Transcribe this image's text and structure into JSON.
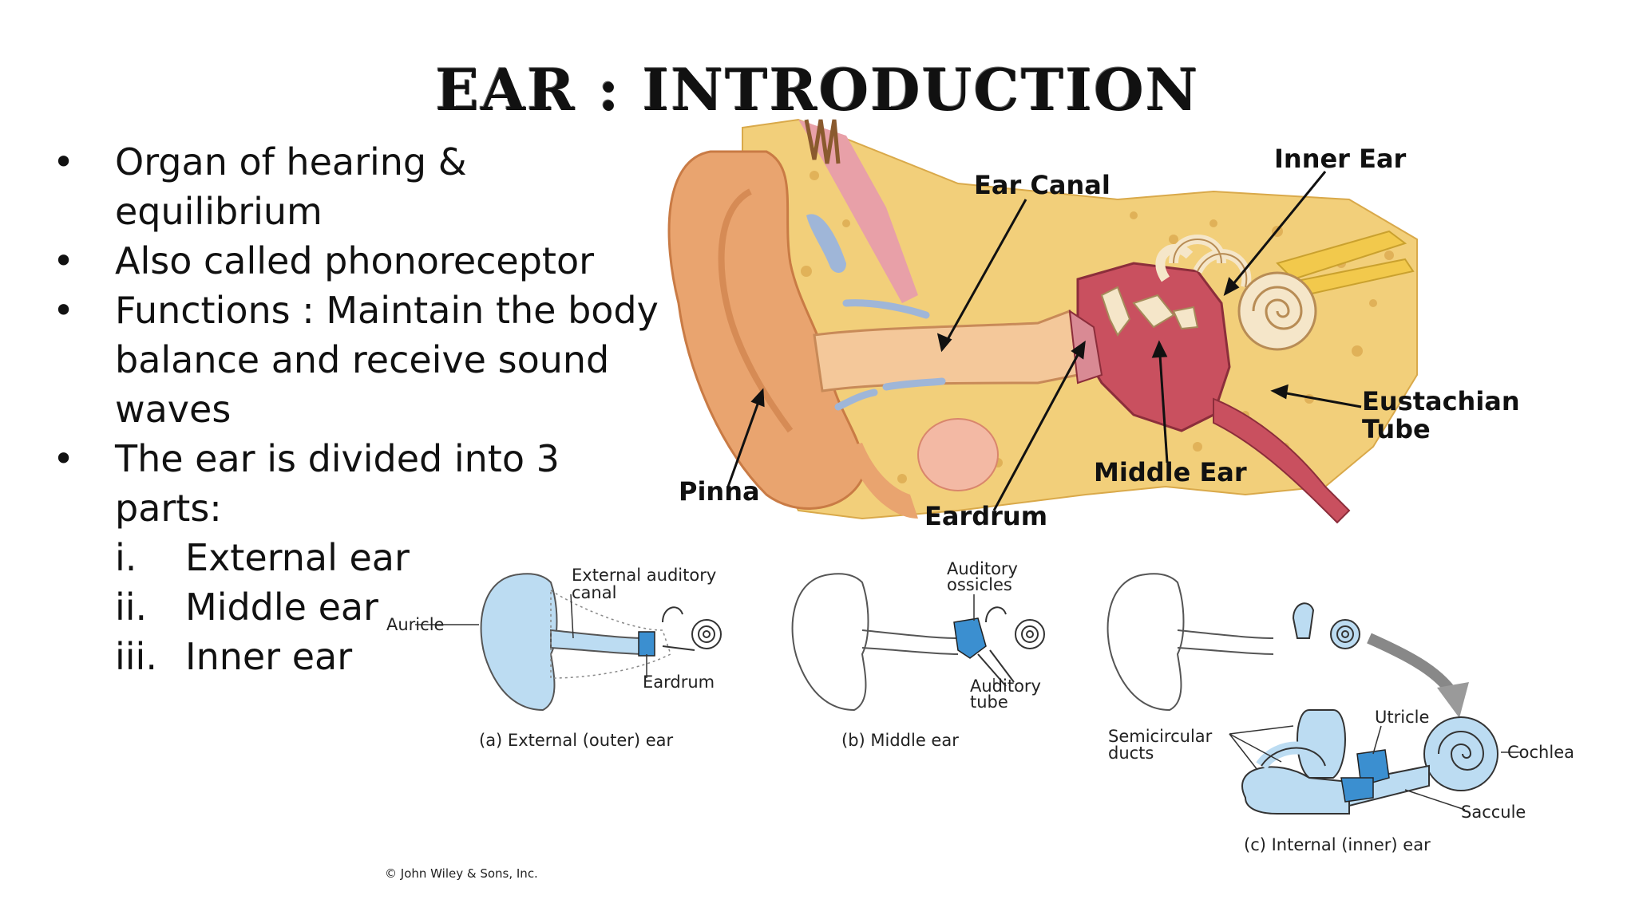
{
  "title": "EAR : INTRODUCTION",
  "bullets": [
    "Organ of hearing & equilibrium",
    "Also called phonoreceptor",
    "Functions : Maintain the body balance and receive sound waves",
    "The ear is divided into 3 parts:"
  ],
  "parts": [
    {
      "num": "i.",
      "label": "External ear"
    },
    {
      "num": "ii.",
      "label": "Middle ear"
    },
    {
      "num": "iii.",
      "label": "Inner ear"
    }
  ],
  "bullet_glyph": "•",
  "top_diagram": {
    "labels": {
      "ear_canal": "Ear Canal",
      "inner_ear": "Inner Ear",
      "eustachian_1": "Eustachian",
      "eustachian_2": "Tube",
      "middle_ear": "Middle Ear",
      "eardrum": "Eardrum",
      "pinna": "Pinna"
    }
  },
  "bottom_diagram": {
    "labels": {
      "ext_canal_1": "External auditory",
      "ext_canal_2": "canal",
      "auricle": "Auricle",
      "eardrum": "Eardrum",
      "ossicles_1": "Auditory",
      "ossicles_2": "ossicles",
      "aud_tube_1": "Auditory",
      "aud_tube_2": "tube",
      "utricle": "Utricle",
      "semicircular_1": "Semicircular",
      "semicircular_2": "ducts",
      "cochlea": "Cochlea",
      "saccule": "Saccule"
    },
    "captions": {
      "a": "(a) External (outer) ear",
      "b": "(b) Middle ear",
      "c": "(c) Internal (inner) ear"
    },
    "copyright": "© John Wiley & Sons, Inc."
  },
  "colors": {
    "skin": "#e9a46f",
    "bone": "#f2cf7a",
    "pink": "#c9505f",
    "blue_highlight": "#3b8fd0",
    "light_blue": "#bcdcf2"
  }
}
